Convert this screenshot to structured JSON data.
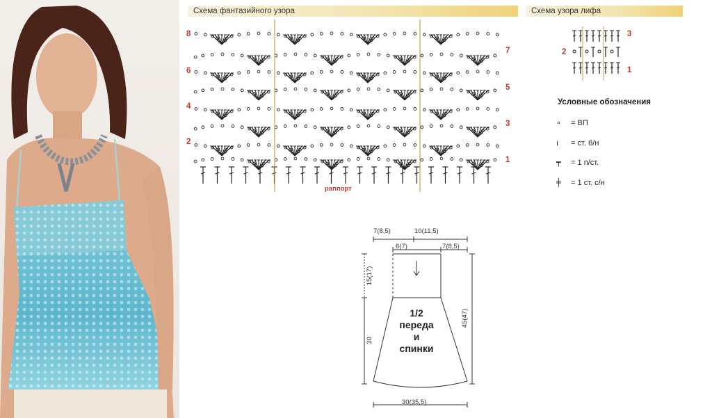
{
  "fancy_pattern": {
    "title": "Схема фантазийного узора",
    "repeat_label": "раппорт",
    "rows_left": [
      "8",
      "6",
      "4",
      "2"
    ],
    "rows_right": [
      "7",
      "5",
      "3",
      "1"
    ]
  },
  "bodice_pattern": {
    "title": "Схема узора лифа",
    "rows_right": [
      "3",
      "1"
    ],
    "rows_left": [
      "2"
    ]
  },
  "legend": {
    "title": "Условные обозначения",
    "items": [
      {
        "icon": "chain-stitch-icon",
        "symbol": "∘",
        "label": "= ВП"
      },
      {
        "icon": "single-crochet-icon",
        "symbol": "ı",
        "label": "= ст. б/н"
      },
      {
        "icon": "half-double-crochet-icon",
        "symbol": "┯",
        "label": "= 1 п/ст."
      },
      {
        "icon": "double-crochet-icon",
        "symbol": "╪",
        "label": "= 1 ст. с/н"
      }
    ]
  },
  "schematic": {
    "top_left": "7(8,5)",
    "top_center": "10(11,5)",
    "neck_width": "6(7)",
    "shoulder_right": "7(8,5)",
    "bodice_height": "15(17)",
    "skirt_height": "30",
    "total_height": "45(47)",
    "bottom_width": "30(35,5)",
    "piece_label": [
      "1/2",
      "переда",
      "и",
      "спинки"
    ]
  },
  "colors": {
    "row_number": "#c0392b",
    "repeat_line": "#c9a24a",
    "header_gradient_end": "#efd27a",
    "top_fabric": "#6fc3d6"
  }
}
